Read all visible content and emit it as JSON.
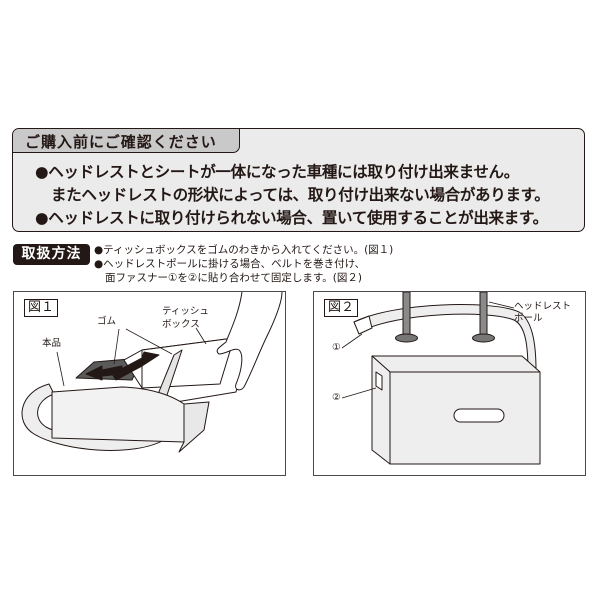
{
  "notice": {
    "title": "ご購入前にご確認ください",
    "lines": [
      "●ヘッドレストとシートが一体になった車種には取り付け出来ません。",
      "またヘッドレストの形状によっては、取り付け出来ない場合があります。",
      "●ヘッドレストに取り付けられない場合、置いて使用することが出来ます。"
    ]
  },
  "usage": {
    "badge": "取扱方法",
    "lines": [
      "●ティッシュボックスをゴムのわきから入れてください。(図１)",
      "●ヘッドレストポールに掛ける場合、ベルトを巻き付け、",
      "面ファスナー①を②に貼り合わせて固定します。(図２)"
    ]
  },
  "figures": {
    "fig1": {
      "label": "図１",
      "callouts": {
        "rubber": "ゴム",
        "tissue_box_1": "ティッシュ",
        "tissue_box_2": "ボックス",
        "product": "本品"
      }
    },
    "fig2": {
      "label": "図２",
      "callouts": {
        "pole_1": "ヘッドレスト",
        "pole_2": "ポール",
        "fastener_1": "①",
        "fastener_2": "②"
      }
    }
  },
  "colors": {
    "ink": "#231815",
    "notice_bg": "#ebebeb",
    "tab_bg": "#c9c9c9",
    "illustration_fill": "#eeeeee",
    "pole": "#8a8a8a"
  }
}
